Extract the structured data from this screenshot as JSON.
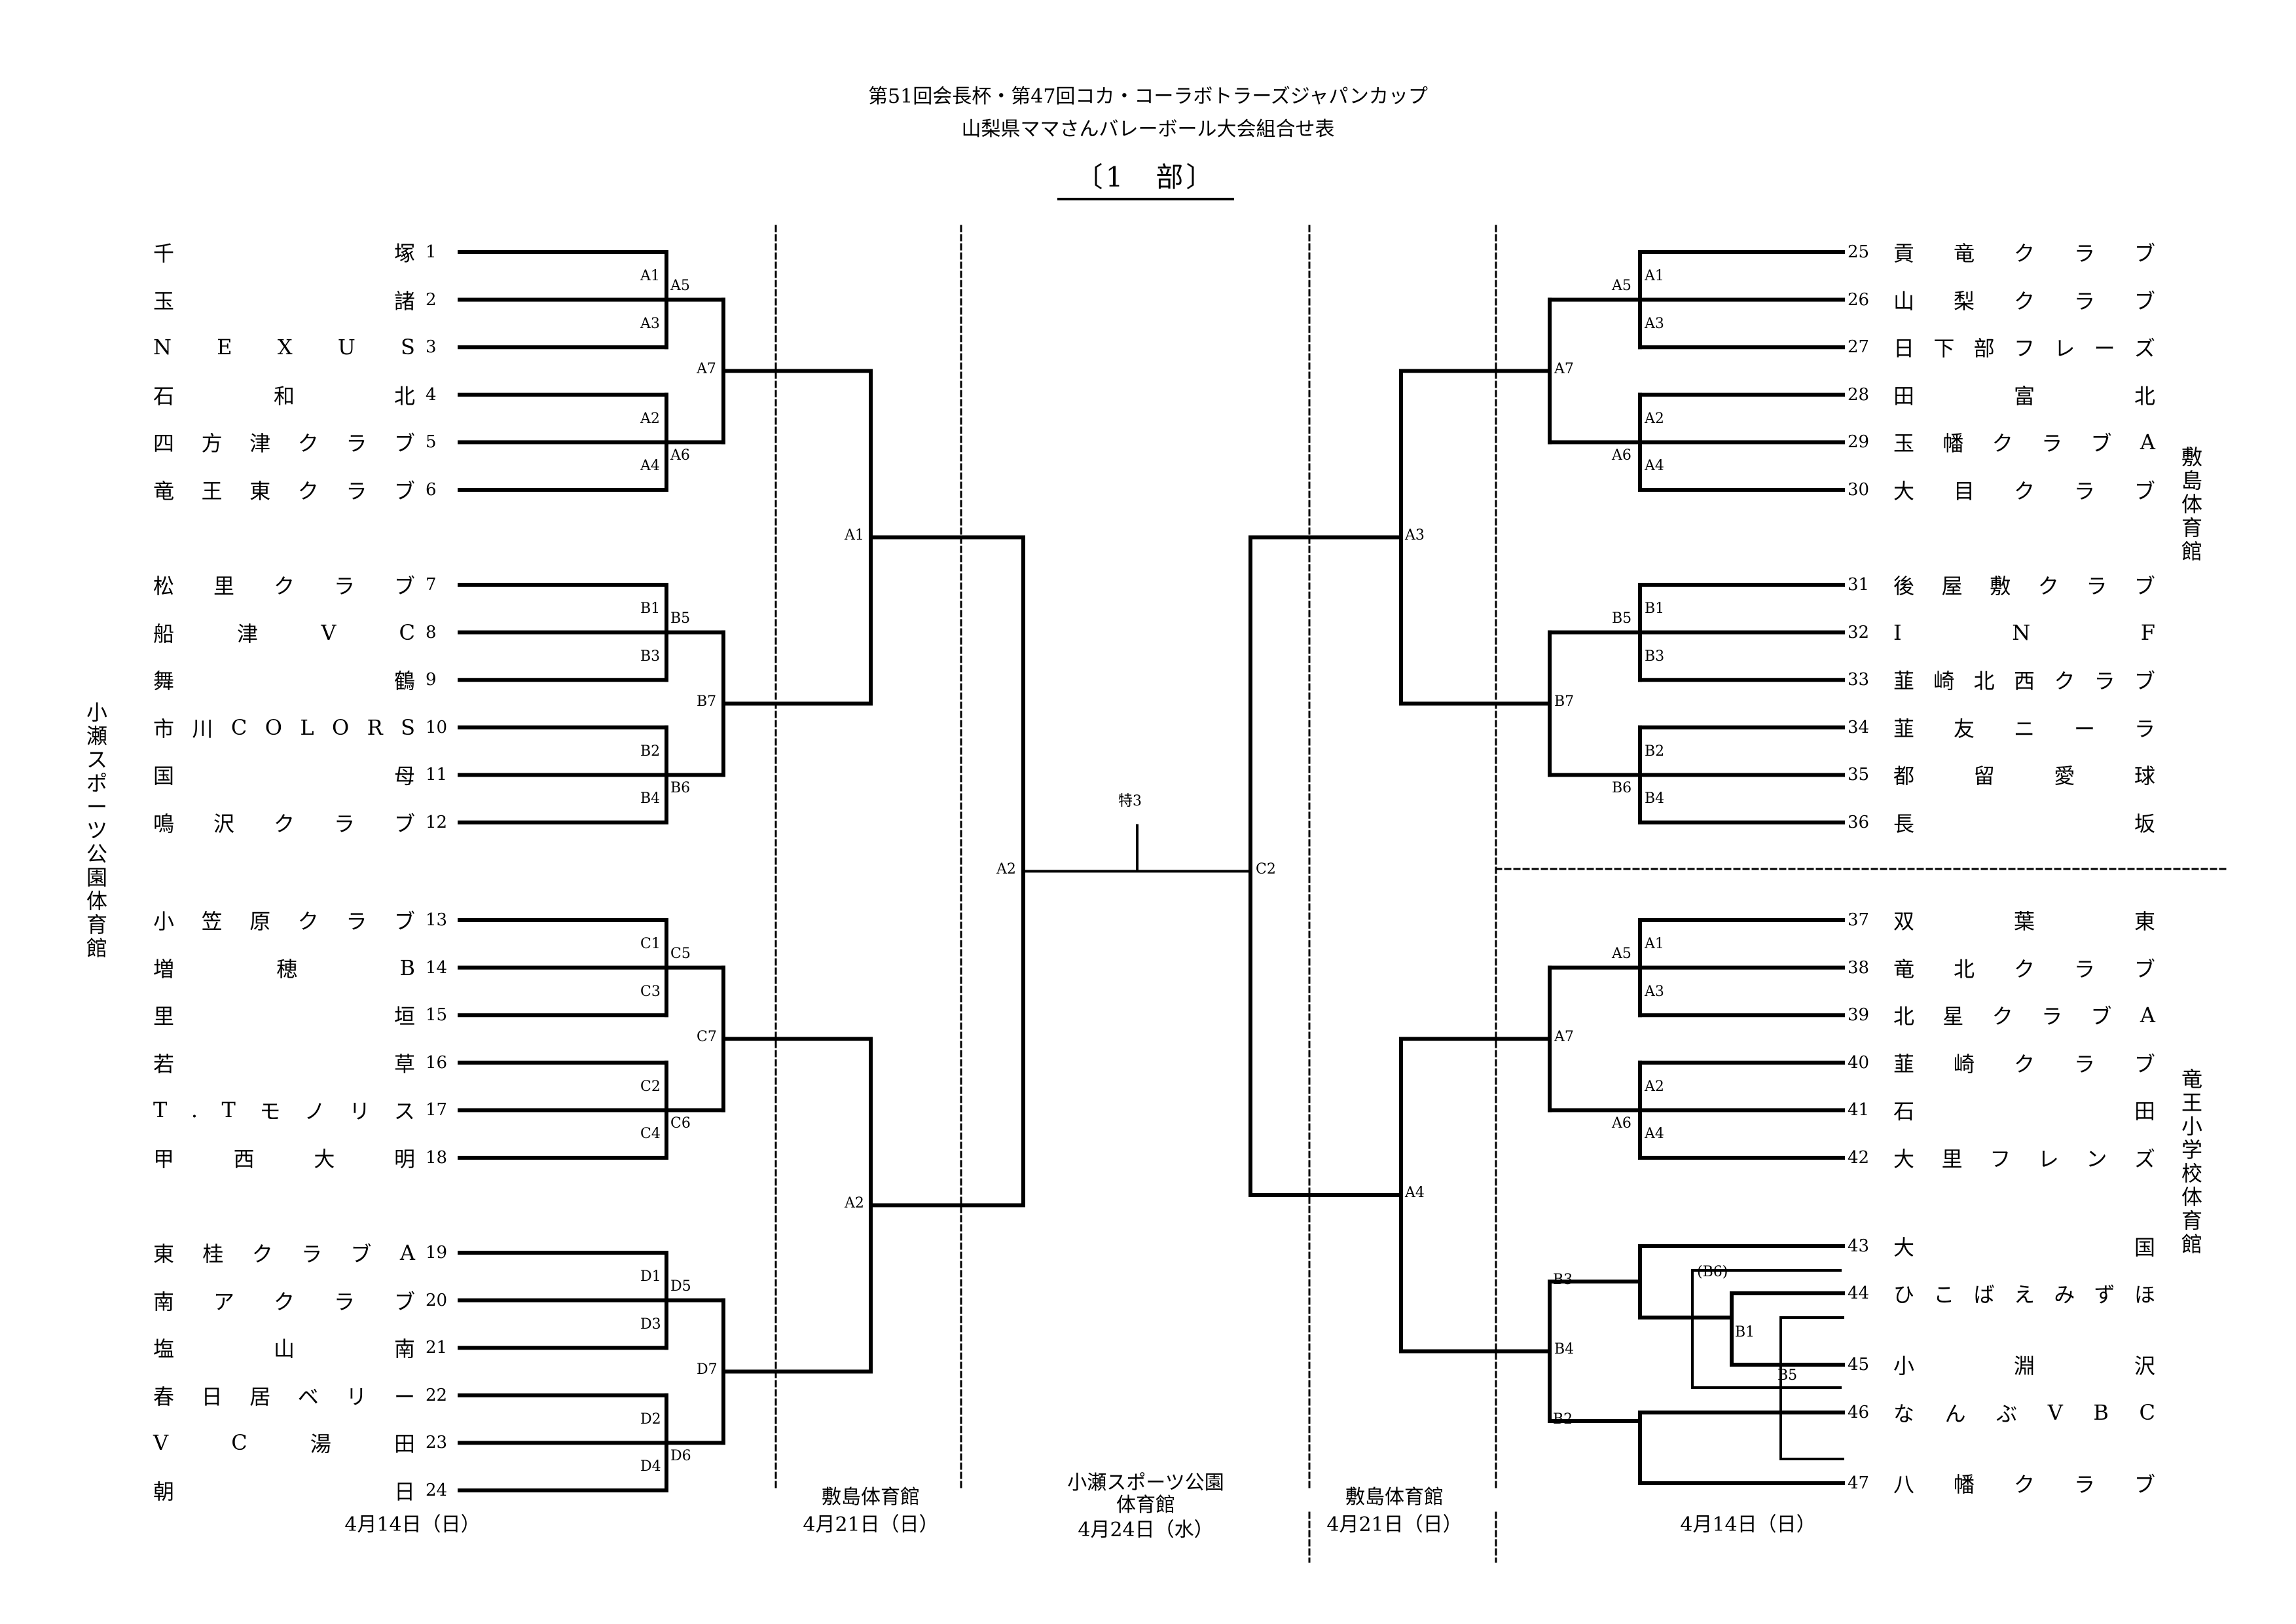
{
  "header": {
    "title_line1": "第51回会長杯・第47回コカ・コーラボトラーズジャパンカップ",
    "title_line2": "山梨県ママさんバレーボール大会組合せ表",
    "division": "〔1　部〕"
  },
  "left_teams": [
    {
      "seed": "1",
      "name": "千塚"
    },
    {
      "seed": "2",
      "name": "玉諸"
    },
    {
      "seed": "3",
      "name": "NEXUS"
    },
    {
      "seed": "4",
      "name": "石和北"
    },
    {
      "seed": "5",
      "name": "四方津クラブ"
    },
    {
      "seed": "6",
      "name": "竜王東クラブ"
    },
    {
      "seed": "7",
      "name": "松里クラブ"
    },
    {
      "seed": "8",
      "name": "船津VC"
    },
    {
      "seed": "9",
      "name": "舞鶴"
    },
    {
      "seed": "10",
      "name": "市川COLORS"
    },
    {
      "seed": "11",
      "name": "国母"
    },
    {
      "seed": "12",
      "name": "鳴沢クラブ"
    },
    {
      "seed": "13",
      "name": "小笠原クラブ"
    },
    {
      "seed": "14",
      "name": "増穂B"
    },
    {
      "seed": "15",
      "name": "里垣"
    },
    {
      "seed": "16",
      "name": "若草"
    },
    {
      "seed": "17",
      "name": "T.Tモノリス"
    },
    {
      "seed": "18",
      "name": "甲西大明"
    },
    {
      "seed": "19",
      "name": "東桂クラブA"
    },
    {
      "seed": "20",
      "name": "南アクラブ"
    },
    {
      "seed": "21",
      "name": "塩山南"
    },
    {
      "seed": "22",
      "name": "春日居ベリー"
    },
    {
      "seed": "23",
      "name": "VC湯田"
    },
    {
      "seed": "24",
      "name": "朝日"
    }
  ],
  "right_teams": [
    {
      "seed": "25",
      "name": "貢竜クラブ"
    },
    {
      "seed": "26",
      "name": "山梨クラブ"
    },
    {
      "seed": "27",
      "name": "日下部フレーズ"
    },
    {
      "seed": "28",
      "name": "田富北"
    },
    {
      "seed": "29",
      "name": "玉幡クラブA"
    },
    {
      "seed": "30",
      "name": "大目クラブ"
    },
    {
      "seed": "31",
      "name": "後屋敷クラブ"
    },
    {
      "seed": "32",
      "name": "INF"
    },
    {
      "seed": "33",
      "name": "韮崎北西クラブ"
    },
    {
      "seed": "34",
      "name": "韮友ニーラ"
    },
    {
      "seed": "35",
      "name": "都留愛球"
    },
    {
      "seed": "36",
      "name": "長坂"
    },
    {
      "seed": "37",
      "name": "双葉東"
    },
    {
      "seed": "38",
      "name": "竜北クラブ"
    },
    {
      "seed": "39",
      "name": "北星クラブA"
    },
    {
      "seed": "40",
      "name": "韮崎クラブ"
    },
    {
      "seed": "41",
      "name": "石田"
    },
    {
      "seed": "42",
      "name": "大里フレンズ"
    },
    {
      "seed": "43",
      "name": "大国"
    },
    {
      "seed": "44",
      "name": "ひこばえみずほ"
    },
    {
      "seed": "45",
      "name": "小淵沢"
    },
    {
      "seed": "46",
      "name": "なんぶVBC"
    },
    {
      "seed": "47",
      "name": "八幡クラブ"
    }
  ],
  "left_group_labels": [
    {
      "upper": "A1",
      "lower": "A3",
      "r1": "A5",
      "r2": "A6",
      "mid_upper": "A2",
      "mid_lower": "A4",
      "semi": "A7"
    },
    {
      "upper": "B1",
      "lower": "B3",
      "r1": "B5",
      "r2": "B6",
      "mid_upper": "B2",
      "mid_lower": "B4",
      "semi": "B7"
    },
    {
      "upper": "C1",
      "lower": "C3",
      "r1": "C5",
      "r2": "C6",
      "mid_upper": "C2",
      "mid_lower": "C4",
      "semi": "C7"
    },
    {
      "upper": "D1",
      "lower": "D3",
      "r1": "D5",
      "r2": "D6",
      "mid_upper": "D2",
      "mid_lower": "D4",
      "semi": "D7"
    }
  ],
  "right_group_labels": [
    {
      "upper": "A1",
      "lower": "A3",
      "r1": "A5",
      "r2": "A6",
      "mid_upper": "A2",
      "mid_lower": "A4",
      "semi": "A7"
    },
    {
      "upper": "B1",
      "lower": "B3",
      "r1": "B5",
      "r2": "B6",
      "mid_upper": "B2",
      "mid_lower": "B4",
      "semi": "B7"
    },
    {
      "upper": "A1",
      "lower": "A3",
      "r1": "A5",
      "r2": "A6",
      "mid_upper": "A2",
      "mid_lower": "A4",
      "semi": "A7"
    }
  ],
  "right_last_group_labels": {
    "b3": "B3",
    "b6_paren": "(B6)",
    "b1": "B1",
    "b5": "B5",
    "b2": "B2",
    "b4": "B4"
  },
  "center_labels": {
    "left_qf_upper": "A1",
    "left_qf_lower": "A2",
    "left_sf": "A2",
    "right_qf_upper": "A3",
    "right_qf_lower": "A4",
    "right_sf": "C2",
    "final_mark": "特3"
  },
  "venues": {
    "left_vertical": "小瀬スポーツ公園体育館",
    "right_upper_vertical": "敷島体育館",
    "right_lower_vertical": "竜王小学校体育館"
  },
  "footer": [
    {
      "venue": "",
      "date": "4月14日（日）"
    },
    {
      "venue": "敷島体育館",
      "date": "4月21日（日）"
    },
    {
      "venue": "小瀬スポーツ公園\n体育館",
      "date": "4月24日（水）"
    },
    {
      "venue": "敷島体育館",
      "date": "4月21日（日）"
    },
    {
      "venue": "",
      "date": "4月14日（日）"
    }
  ]
}
